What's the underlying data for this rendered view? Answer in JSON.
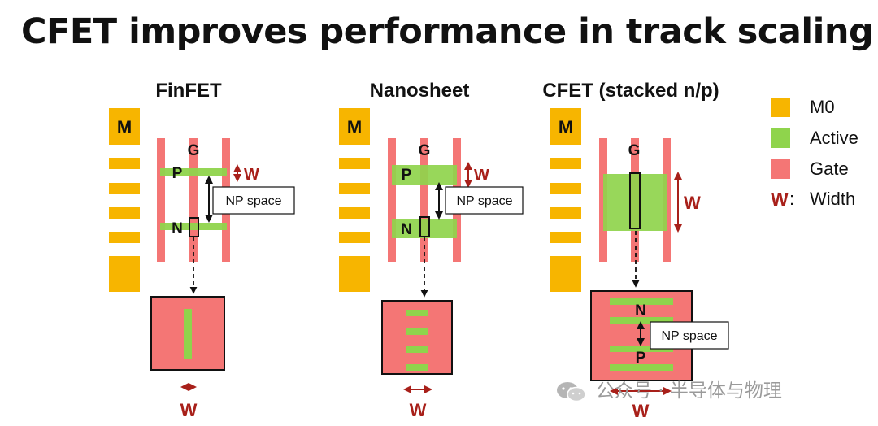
{
  "title": "CFET improves performance in track scaling",
  "panels": {
    "finfet": {
      "heading": "FinFET",
      "m": "M",
      "g": "G",
      "p": "P",
      "n": "N",
      "w_top": "W",
      "w_bottom": "W",
      "np": "NP space"
    },
    "nanosheet": {
      "heading": "Nanosheet",
      "m": "M",
      "g": "G",
      "p": "P",
      "n": "N",
      "w_top": "W",
      "w_bottom": "W",
      "np": "NP space"
    },
    "cfet": {
      "heading": "CFET (stacked n/p)",
      "m": "M",
      "g": "G",
      "w_side": "W",
      "n": "N",
      "p": "P",
      "w_bottom": "W",
      "np": "NP space"
    }
  },
  "legend": {
    "items": [
      {
        "label": "M0",
        "color": "#f7b500"
      },
      {
        "label": "Active",
        "color": "#8fd44c"
      },
      {
        "label": "Gate",
        "color": "#f47675"
      }
    ],
    "width_symbol": "W",
    "width_colon": ":",
    "width_label": "Width"
  },
  "colors": {
    "m0": "#f7b500",
    "active": "#8fd44c",
    "gate": "#f47675",
    "width_accent": "#a8201a"
  },
  "watermark": "公众号 · 半导体与物理"
}
